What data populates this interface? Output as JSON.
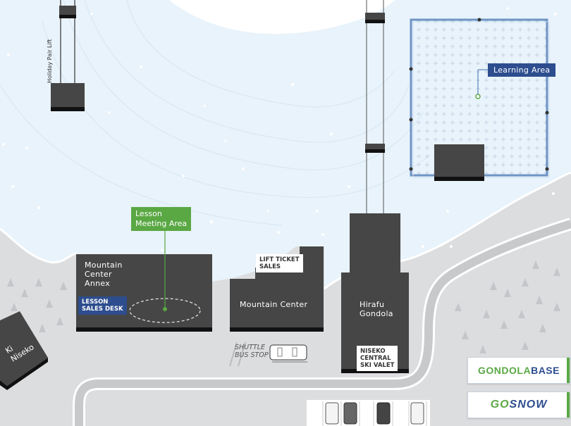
{
  "labels": {
    "holiday_pair_lift": "Holiday Pair Lift",
    "learning_area": "Learning Area",
    "lesson_meeting_area": "Lesson\nMeeting Area",
    "mountain_center_annex": "Mountain\nCenter\nAnnex",
    "lesson_sales_desk": "LESSON\nSALES DESK",
    "lift_ticket_sales": "LIFT TICKET\nSALES",
    "mountain_center": "Mountain Center",
    "hirafu_gondola": "Hirafu\nGondola",
    "niseko_central_ski_valet": "NISEKO\nCENTRAL\nSKI VALET",
    "shuttle_bus_stop": "SHUTTLE\nBUS STOP",
    "ki_niseko": "Ki\nNiseko"
  },
  "badges": {
    "gondola_base_part1": "GONDOLA ",
    "gondola_base_part2": "BASE",
    "gosnow_part1": "GO",
    "gosnow_part2": "SNOW"
  },
  "colors": {
    "snow": "#e8f3fb",
    "building": "#464646",
    "accent_blue": "#2d4d8e",
    "accent_green": "#5aa844",
    "road": "#c8c9cb",
    "ground": "#dcdddf"
  }
}
